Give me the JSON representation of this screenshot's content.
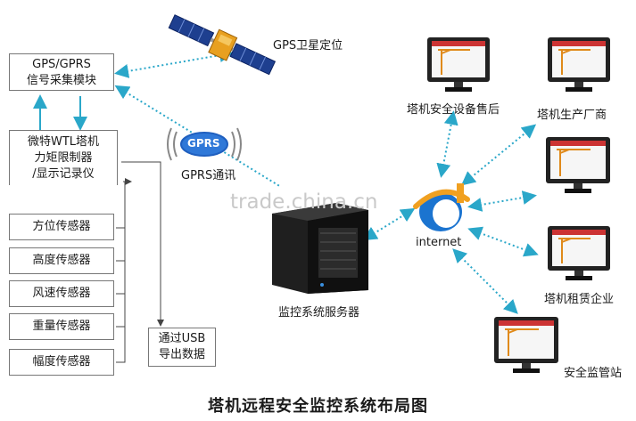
{
  "left": {
    "gps_module": [
      "GPS/GPRS",
      "信号采集模块"
    ],
    "controller": [
      "微特WTL塔机",
      "力矩限制器",
      "/显示记录仪"
    ],
    "sensors": [
      "方位传感器",
      "高度传感器",
      "风速传感器",
      "重量传感器",
      "幅度传感器"
    ],
    "usb": [
      "通过USB",
      "导出数据"
    ]
  },
  "satellite_label": "GPS卫星定位",
  "gprs": {
    "badge": "GPRS",
    "label": "GPRS通讯"
  },
  "server_label": "监控系统服务器",
  "internet_label": "internet",
  "watermark": "trade.china.cn",
  "clients": [
    "塔机安全设备售后",
    "塔机生产厂商",
    "塔机租赁企业",
    "安全监管站"
  ],
  "title": "塔机远程安全监控系统布局图",
  "colors": {
    "arrow_cyan": "#2aa7c9",
    "box_border": "#777777",
    "gprs_blue": "#1f5fbf"
  }
}
